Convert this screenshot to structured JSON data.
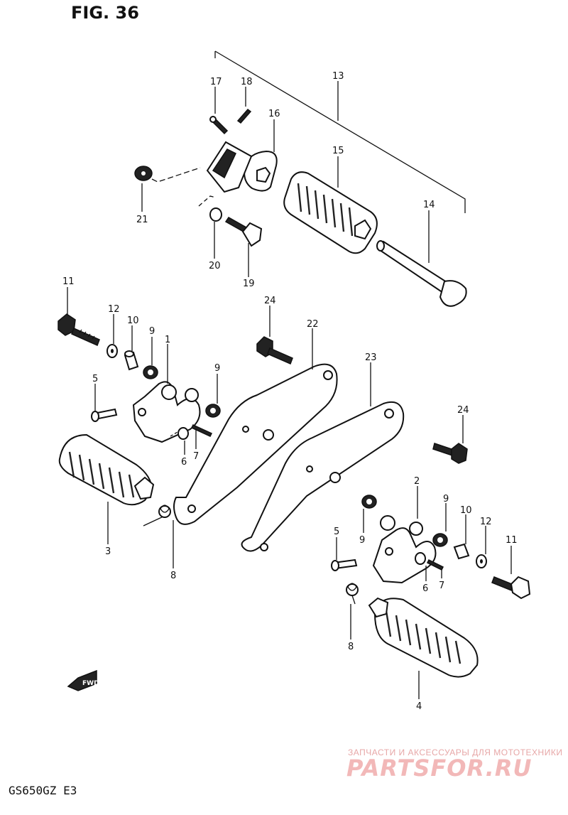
{
  "figure": {
    "title": "FIG. 36",
    "model": "GS650GZ  E3",
    "fwd_label": "FWD"
  },
  "watermark": {
    "caption": "ЗАПЧАСТИ И АКСЕССУАРЫ ДЛЯ МОТОТЕХНИКИ",
    "brand": "PARTSFOR.RU"
  },
  "callouts": [
    "1",
    "2",
    "3",
    "4",
    "5",
    "5",
    "6",
    "6",
    "7",
    "7",
    "8",
    "8",
    "9",
    "9",
    "9",
    "9",
    "10",
    "10",
    "11",
    "11",
    "12",
    "12",
    "13",
    "14",
    "15",
    "16",
    "17",
    "18",
    "19",
    "20",
    "21",
    "22",
    "23",
    "24",
    "24"
  ]
}
